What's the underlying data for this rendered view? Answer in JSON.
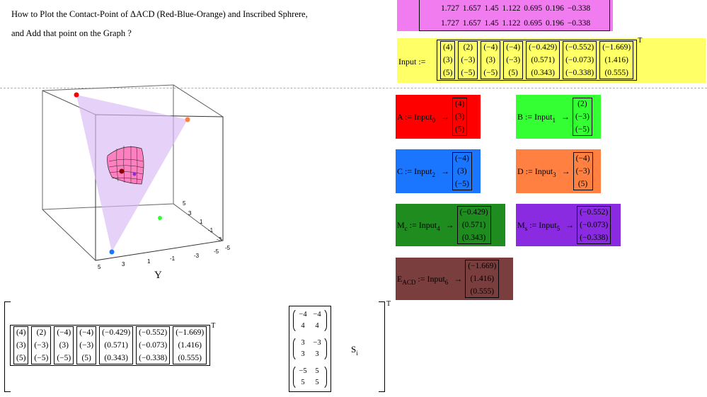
{
  "question": {
    "line1": "How to Plot the Contact-Point of ΔACD (Red-Blue-Orange) and Inscribed Sphrere,",
    "line2": "and Add that point on the Graph ?"
  },
  "top_rows": {
    "row1": [
      "1.727",
      "1.657",
      "1.45",
      "1.122",
      "0.695",
      "0.196",
      "−0.338"
    ],
    "row2": [
      "1.727",
      "1.657",
      "1.45",
      "1.122",
      "0.695",
      "0.196",
      "−0.338"
    ]
  },
  "input_def": {
    "label": "Input :=",
    "sup": "T",
    "vectors": [
      [
        "(4)",
        "(3)",
        "(5)"
      ],
      [
        "(2)",
        "(−3)",
        "(−5)"
      ],
      [
        "(−4)",
        "(3)",
        "(−5)"
      ],
      [
        "(−4)",
        "(−3)",
        "(5)"
      ],
      [
        "(−0.429)",
        "(0.571)",
        "(0.343)"
      ],
      [
        "(−0.552)",
        "(−0.073)",
        "(−0.338)"
      ],
      [
        "(−1.669)",
        "(1.416)",
        "(0.555)"
      ]
    ]
  },
  "assignments": {
    "A": {
      "lhs": "A := Input",
      "sub": "0",
      "arrow": "→",
      "vec": [
        "(4)",
        "(3)",
        "(5)"
      ]
    },
    "B": {
      "lhs": "B := Input",
      "sub": "1",
      "arrow": "→",
      "vec": [
        "(2)",
        "(−3)",
        "(−5)"
      ]
    },
    "C": {
      "lhs": "C := Input",
      "sub": "2",
      "arrow": "→",
      "vec": [
        "(−4)",
        "(3)",
        "(−5)"
      ]
    },
    "D": {
      "lhs": "D := Input",
      "sub": "3",
      "arrow": "→",
      "vec": [
        "(−4)",
        "(−3)",
        "(5)"
      ]
    },
    "Mc": {
      "lhs_main": "M",
      "lhs_sub": "c",
      "lhs_rest": " := Input",
      "sub": "4",
      "arrow": "→",
      "vec": [
        "(−0.429)",
        "(0.571)",
        "(0.343)"
      ]
    },
    "Ms": {
      "lhs_main": "M",
      "lhs_sub": "s",
      "lhs_rest": " := Input",
      "sub": "5",
      "arrow": "→",
      "vec": [
        "(−0.552)",
        "(−0.073)",
        "(−0.338)"
      ]
    },
    "E": {
      "lhs_main": "E",
      "lhs_sub": "ACD",
      "lhs_rest": " := Input",
      "sub": "6",
      "arrow": "→",
      "vec": [
        "(−1.669)",
        "(1.416)",
        "(0.555)"
      ]
    }
  },
  "colors": {
    "magenta": "#f07cf0",
    "yellow": "#ffff66",
    "red": "#ff0000",
    "green": "#33ff33",
    "blue": "#1a75ff",
    "orange": "#ff8040",
    "darkgreen": "#1e8c1e",
    "purple": "#8a2be2",
    "brown": "#7a3e3e",
    "triangle": "#d9b8f5"
  },
  "plot": {
    "axis_y_label": "Y",
    "ticks_right": [
      "5",
      "3",
      "1",
      "-1",
      "-3",
      "-5"
    ],
    "ticks_bottom": [
      "5",
      "3",
      "1",
      "-1",
      "-3",
      "-5"
    ],
    "ticks_depth": [
      "3",
      "1",
      "-1",
      "-3",
      "-5"
    ]
  },
  "bottom": {
    "sup": "T",
    "vectors": [
      [
        "(4)",
        "(3)",
        "(5)"
      ],
      [
        "(2)",
        "(−3)",
        "(−5)"
      ],
      [
        "(−4)",
        "(3)",
        "(−5)"
      ],
      [
        "(−4)",
        "(−3)",
        "(5)"
      ],
      [
        "(−0.429)",
        "(0.571)",
        "(0.343)"
      ],
      [
        "(−0.552)",
        "(−0.073)",
        "(−0.338)"
      ],
      [
        "(−1.669)",
        "(1.416)",
        "(0.555)"
      ]
    ],
    "limits": [
      [
        "−4",
        "−4",
        "4",
        "4"
      ],
      [
        "3",
        "−3",
        "3",
        "3"
      ],
      [
        "−5",
        "5",
        "5",
        "5"
      ]
    ],
    "s_label": "S",
    "s_sub": "i",
    "outer_sup": "T"
  }
}
